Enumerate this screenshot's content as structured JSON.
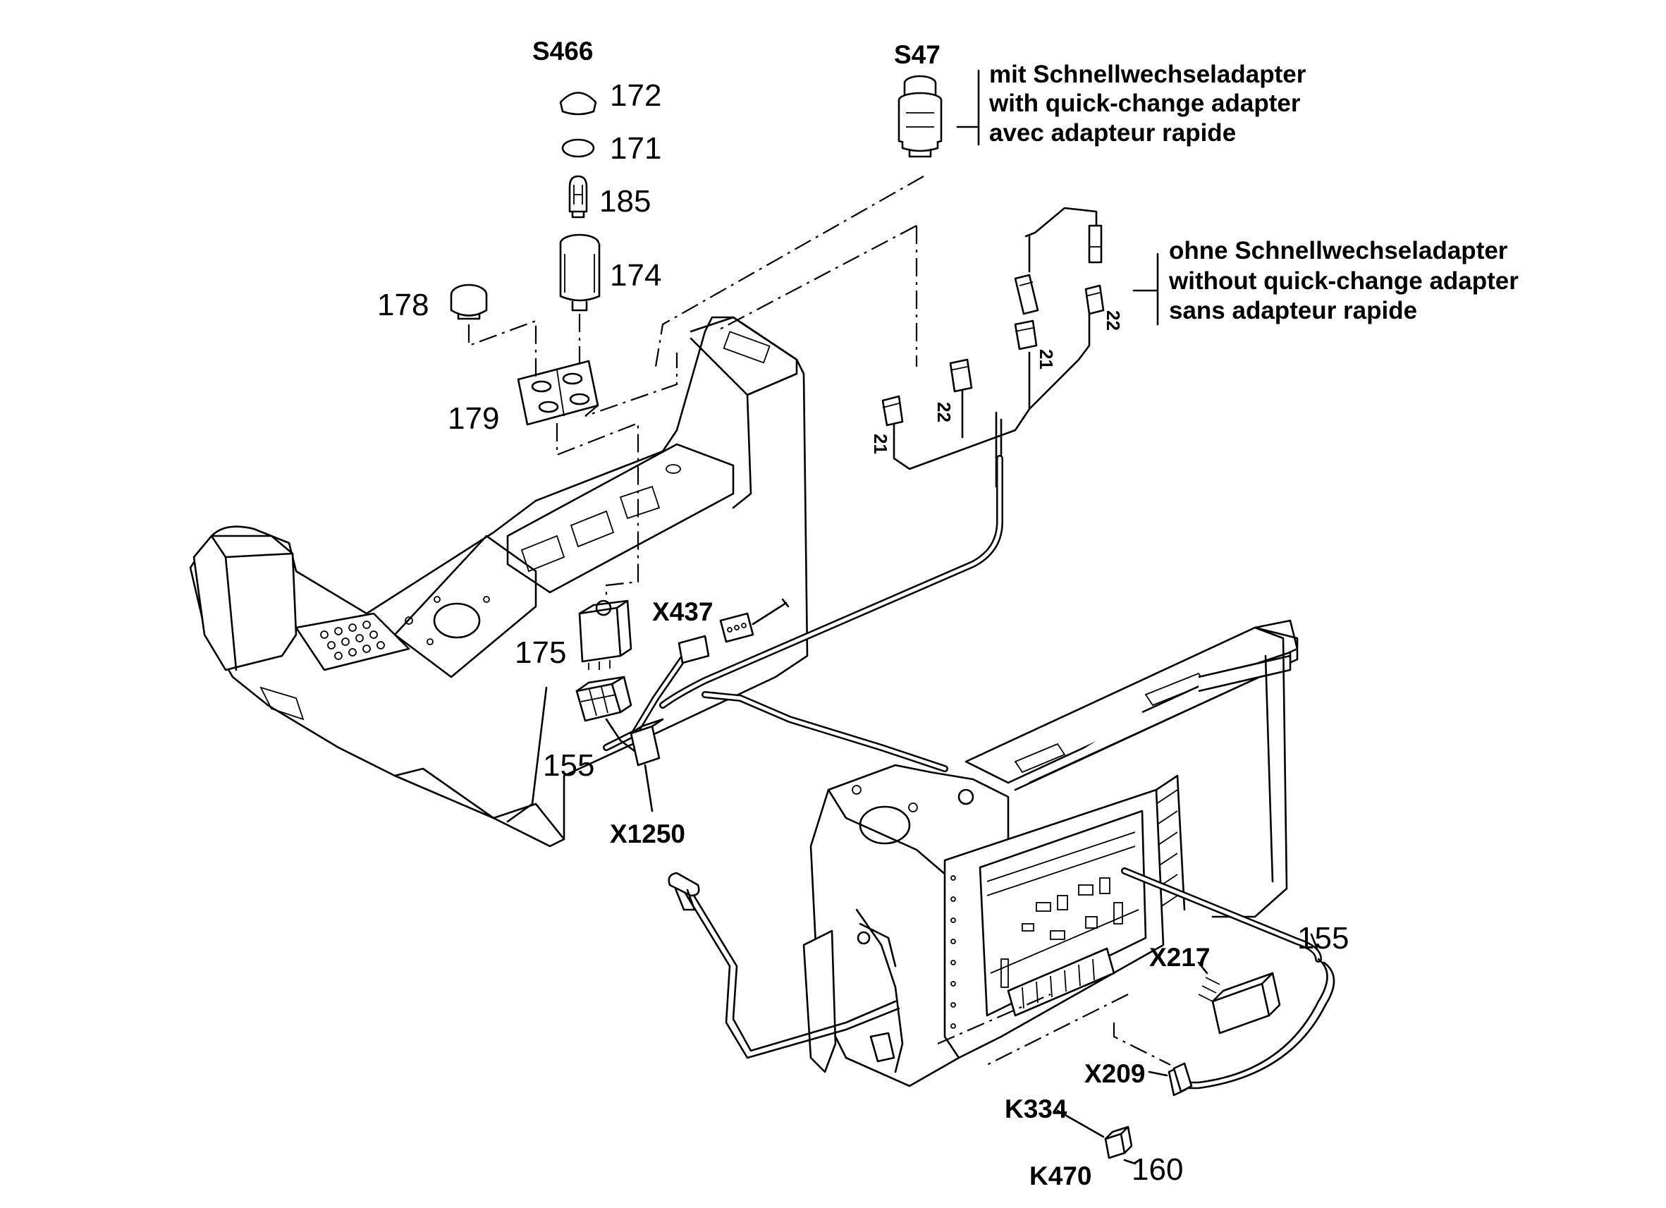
{
  "labels": {
    "s466": "S466",
    "s47": "S47",
    "p172": "172",
    "p171": "171",
    "p185": "185",
    "p174": "174",
    "p178": "178",
    "p179": "179",
    "p175": "175",
    "p155a": "155",
    "p155b": "155",
    "p160": "160",
    "x437": "X437",
    "x1250": "X1250",
    "x217": "X217",
    "x209": "X209",
    "k334": "K334",
    "k470": "K470",
    "w21a": "21",
    "w22a": "22",
    "w21b": "21",
    "w22b": "22"
  },
  "notes": {
    "with_adapter": [
      "mit Schnellwechseladapter",
      "with quick-change adapter",
      "avec adapteur rapide"
    ],
    "without_adapter": [
      "ohne Schnellwechseladapter",
      "without quick-change adapter",
      "sans adapteur rapide"
    ]
  }
}
